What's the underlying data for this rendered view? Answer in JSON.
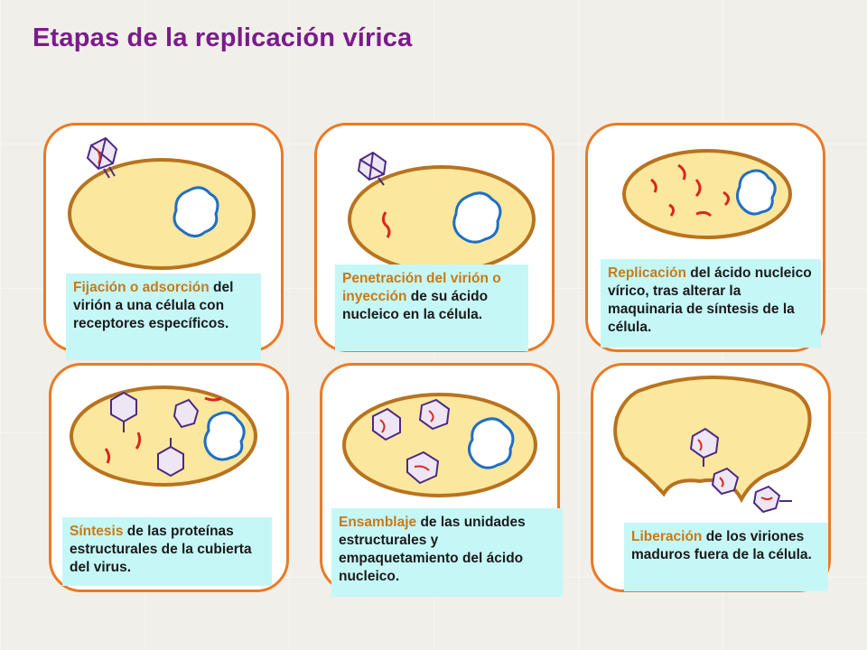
{
  "title": "Etapas de la replicación vírica",
  "colors": {
    "title": "#7a1b8c",
    "panel_border": "#ea7a26",
    "caption_bg": "#c6f7f7",
    "highlight": "#c77a17",
    "cell_fill": "#fbe79e",
    "cell_border": "#b8731f",
    "nucleus": "#1f6fc4",
    "virus": "#4b2a82",
    "nucleic_acid": "#d8281e"
  },
  "stages": [
    {
      "highlight": "Fijación o adsorción",
      "rest": " del virión a una célula con receptores específicos."
    },
    {
      "highlight": "Penetración del virión o inyección",
      "rest": " de su ácido nucleico en la célula."
    },
    {
      "highlight": "Replicación",
      "rest": " del ácido nucleico vírico, tras alterar la maquinaria de síntesis de la célula."
    },
    {
      "highlight": "Síntesis",
      "rest": " de las proteínas estructurales de la cubierta del virus."
    },
    {
      "highlight": "Ensamblaje",
      "rest": " de las unidades estructurales y empaquetamiento del ácido nucleico."
    },
    {
      "highlight": "Liberación",
      "rest": " de los viriones maduros fuera de la célula."
    }
  ]
}
